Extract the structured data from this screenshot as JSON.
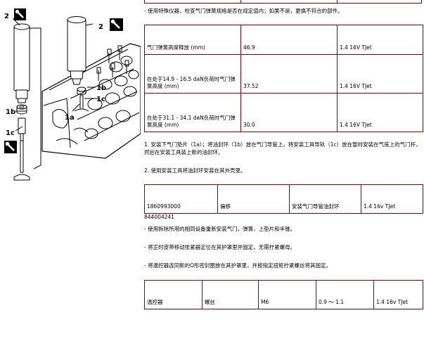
{
  "figure": {
    "labels": [
      "2",
      "2",
      "1b",
      "1c",
      "1a",
      "1b",
      "1c"
    ],
    "icon": "wrench-icon"
  },
  "intro_text": "- 使用特殊仪器，检查气门弹簧规格是否在规定值内；如果不是，更换不符合的部件。",
  "spring_table": [
    [
      "气门弹簧高度释放 (mm)",
      "46.9",
      "1.4 16V TJet"
    ],
    [
      "在处于14.9 - 16.5 daN负荷时气门弹簧高度 (mm)",
      "37.52",
      "1.4 16V TJet"
    ],
    [
      "在处于31.1 - 34.1 daN负荷时气门弹簧高度 (mm)",
      "30.0",
      "1.4 16V TJet"
    ]
  ],
  "step1": "1. 安装下气门垫片（1a）；将油封环（1b）放在气门导管上，将安装工具导轨（1c）放在暂时安装在气座上的气门杆，然后在安装工具装上新的油封环。",
  "step2": "2. 使用安装工具将油封环安装在其外壳里。",
  "tool_table": [
    [
      "1860993000",
      "偏移",
      "安装气门导管油封环",
      "1.4 16v TJet"
    ]
  ],
  "code": "844004241",
  "line_reinstall": "- 使用拆除所用的相同设备重新安装气门，弹簧，上垫片和半锥。",
  "line_tensioner": "- 将正时皮带移动张紧器定位在其护罩里并固定，无需拧紧螺母。",
  "line_thermostat": "- 将温控器连同新的O形密封圈放在其护罩里，并按指定扭矩拧紧螺丝将其固定。",
  "torque_table": [
    [
      "温控器",
      "螺丝",
      "M6",
      "0.9 ～ 1.1",
      "1.4 16v TJet"
    ]
  ]
}
